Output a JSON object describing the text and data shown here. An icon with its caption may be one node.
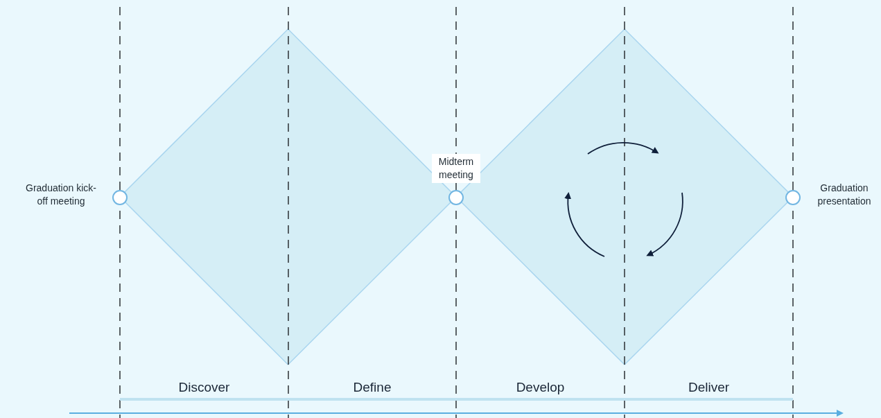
{
  "diagram": {
    "nodes": [
      {
        "text": [],
        "shape": "circle",
        "beside": [
          "Graduation kick-off meeting"
        ]
      },
      {
        "text": [],
        "shape": "diamond"
      },
      {
        "text": [],
        "shape": "circle"
      },
      {
        "text": [],
        "shape": "diamond"
      },
      {
        "text": [],
        "shape": "circle",
        "beside": [
          "Graduation presentation"
        ]
      }
    ],
    "labels": [
      "Midterm meeting",
      "Discover",
      "Define",
      "Develop",
      "Deliver"
    ]
  }
}
